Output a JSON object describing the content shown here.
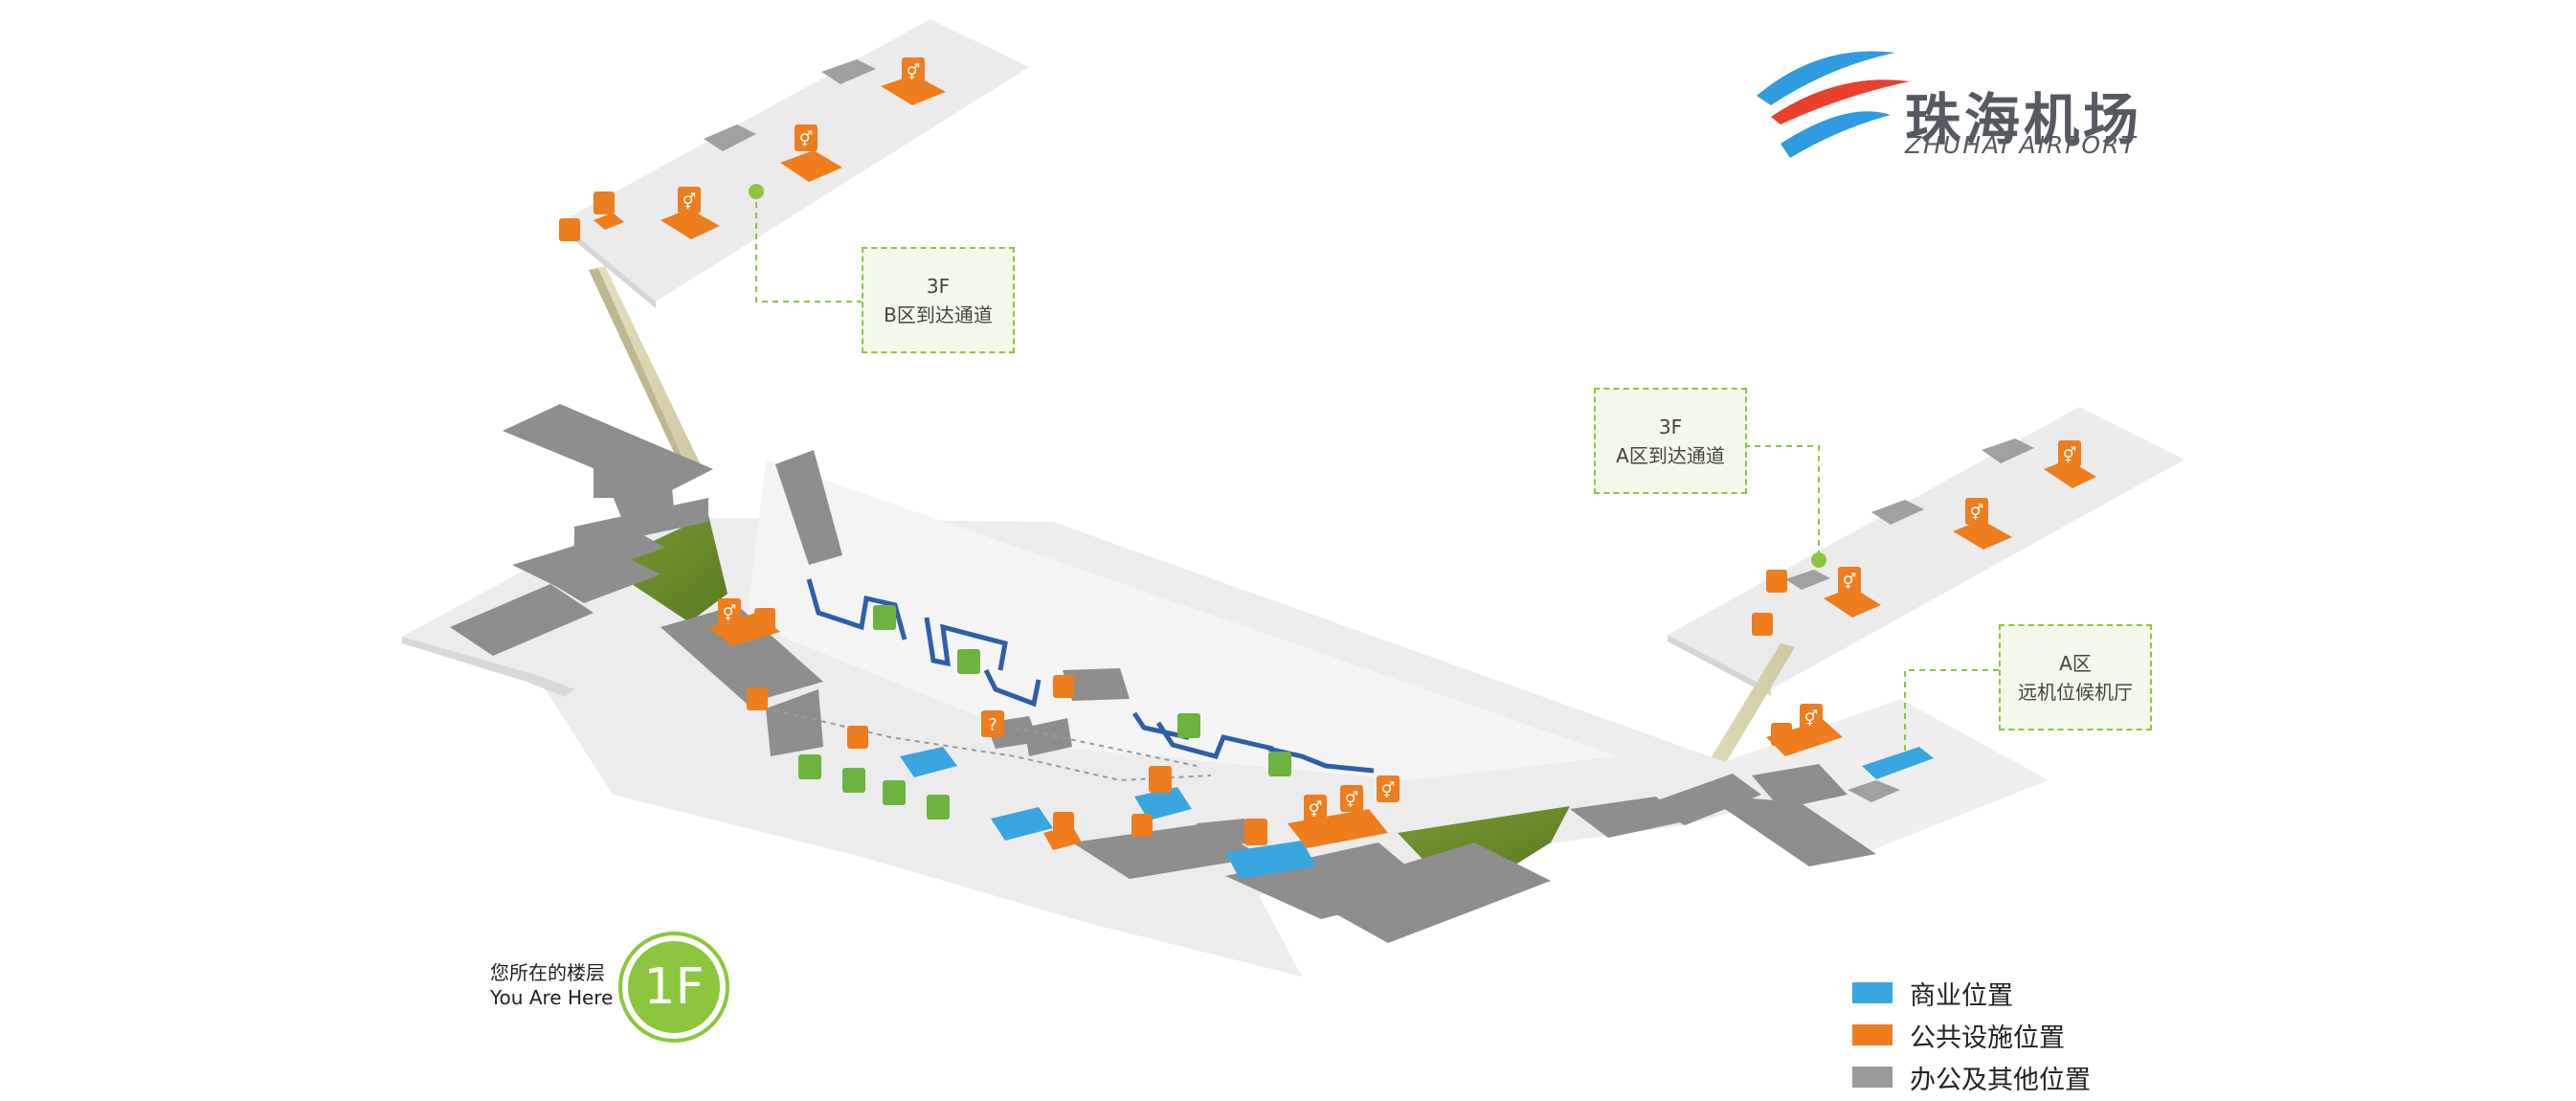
{
  "logo": {
    "name_cn": "珠海机场",
    "name_en": "ZHUHAI AIRPORT"
  },
  "callouts": {
    "b_passage": {
      "floor": "3F",
      "label": "B区到达通道"
    },
    "a_passage": {
      "floor": "3F",
      "label": "A区到达通道"
    },
    "a_remote": {
      "zone": "A区",
      "label": "远机位候机厅"
    }
  },
  "you_are_here": {
    "label_cn": "您所在的楼层",
    "label_en": "You Are Here",
    "floor": "1F"
  },
  "legend": [
    {
      "label": "商业位置",
      "color": "#3aa6e0"
    },
    {
      "label": "公共设施位置",
      "color": "#ee7d1e"
    },
    {
      "label": "办公及其他位置",
      "color": "#9b9b9b"
    }
  ],
  "colors": {
    "commercial": "#3aa6e0",
    "public": "#ee7d1e",
    "office": "#9b9b9b",
    "accent_green": "#8cc63f",
    "floor": "#ececec",
    "queue_line": "#2f5fa8",
    "logo_blue": "#2f9be0",
    "logo_red": "#e8402c"
  },
  "icons": [
    "toilet-icon",
    "luggage-icon",
    "baggage-cart-icon",
    "restaurant-icon",
    "information-icon",
    "shop-icon",
    "security-check-icon",
    "charging-icon"
  ]
}
